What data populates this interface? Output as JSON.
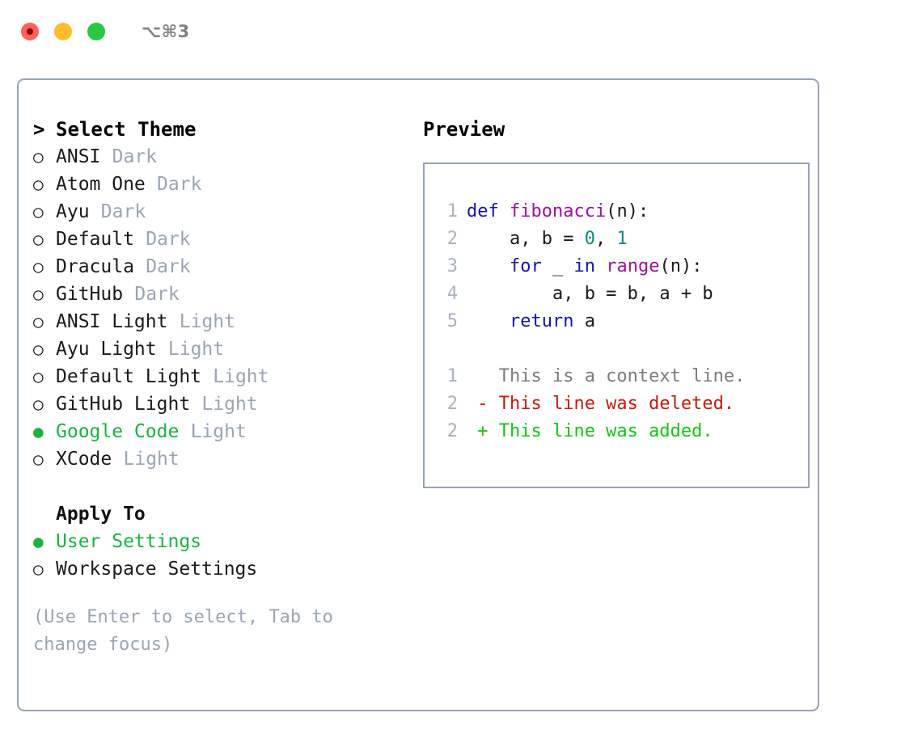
{
  "window": {
    "shortcut_label": "⌥⌘3",
    "traffic_lights": [
      {
        "name": "close",
        "color": "#ff6058"
      },
      {
        "name": "minimize",
        "color": "#ffbd2e"
      },
      {
        "name": "maximize",
        "color": "#28c840"
      }
    ]
  },
  "theme_panel": {
    "prompt_marker": ">",
    "title": "Select Theme",
    "marker_selected": "●",
    "marker_unselected": "○",
    "items": [
      {
        "label": "ANSI",
        "variant": "Dark",
        "selected": false
      },
      {
        "label": "Atom One",
        "variant": "Dark",
        "selected": false
      },
      {
        "label": "Ayu",
        "variant": "Dark",
        "selected": false
      },
      {
        "label": "Default",
        "variant": "Dark",
        "selected": false
      },
      {
        "label": "Dracula",
        "variant": "Dark",
        "selected": false
      },
      {
        "label": "GitHub",
        "variant": "Dark",
        "selected": false
      },
      {
        "label": "ANSI Light",
        "variant": "Light",
        "selected": false
      },
      {
        "label": "Ayu Light",
        "variant": "Light",
        "selected": false
      },
      {
        "label": "Default Light",
        "variant": "Light",
        "selected": false
      },
      {
        "label": "GitHub Light",
        "variant": "Light",
        "selected": false
      },
      {
        "label": "Google Code",
        "variant": "Light",
        "selected": true
      },
      {
        "label": "XCode",
        "variant": "Light",
        "selected": false
      }
    ]
  },
  "apply_to": {
    "title": "Apply To",
    "items": [
      {
        "label": "User Settings",
        "selected": true
      },
      {
        "label": "Workspace Settings",
        "selected": false
      }
    ]
  },
  "hint": {
    "text": "(Use Enter to select, Tab to change focus)"
  },
  "preview": {
    "title": "Preview",
    "code_lines": [
      {
        "no": "1",
        "tokens": [
          {
            "t": "def ",
            "c": "tok-kw"
          },
          {
            "t": "fibonacci",
            "c": "tok-fn"
          },
          {
            "t": "(n):",
            "c": "tok-pln"
          }
        ]
      },
      {
        "no": "2",
        "tokens": [
          {
            "t": "    a, b = ",
            "c": "tok-pln"
          },
          {
            "t": "0",
            "c": "tok-num"
          },
          {
            "t": ", ",
            "c": "tok-pln"
          },
          {
            "t": "1",
            "c": "tok-num"
          }
        ]
      },
      {
        "no": "3",
        "tokens": [
          {
            "t": "    ",
            "c": "tok-pln"
          },
          {
            "t": "for",
            "c": "tok-kw"
          },
          {
            "t": " _ ",
            "c": "tok-pln"
          },
          {
            "t": "in",
            "c": "tok-kw"
          },
          {
            "t": " ",
            "c": "tok-pln"
          },
          {
            "t": "range",
            "c": "tok-fn"
          },
          {
            "t": "(n):",
            "c": "tok-pln"
          }
        ]
      },
      {
        "no": "4",
        "tokens": [
          {
            "t": "        a, b = b, a + b",
            "c": "tok-pln"
          }
        ]
      },
      {
        "no": "5",
        "tokens": [
          {
            "t": "    ",
            "c": "tok-pln"
          },
          {
            "t": "return",
            "c": "tok-kw"
          },
          {
            "t": " a",
            "c": "tok-pln"
          }
        ]
      }
    ],
    "diff_lines": [
      {
        "no": "1",
        "sign": " ",
        "text": "This is a context line.",
        "kind": "diff-ctx"
      },
      {
        "no": "2",
        "sign": "-",
        "text": "This line was deleted.",
        "kind": "diff-del"
      },
      {
        "no": "2",
        "sign": "+",
        "text": "This line was added.",
        "kind": "diff-add"
      }
    ]
  },
  "colors": {
    "accent_green": "#17b53f",
    "muted": "#9aa5b4",
    "border": "#98a4b4",
    "keyword": "#1414b4",
    "function": "#a0119e",
    "number": "#0f8a7e",
    "diff_deleted": "#cc1a0a",
    "diff_added": "#14c514"
  }
}
